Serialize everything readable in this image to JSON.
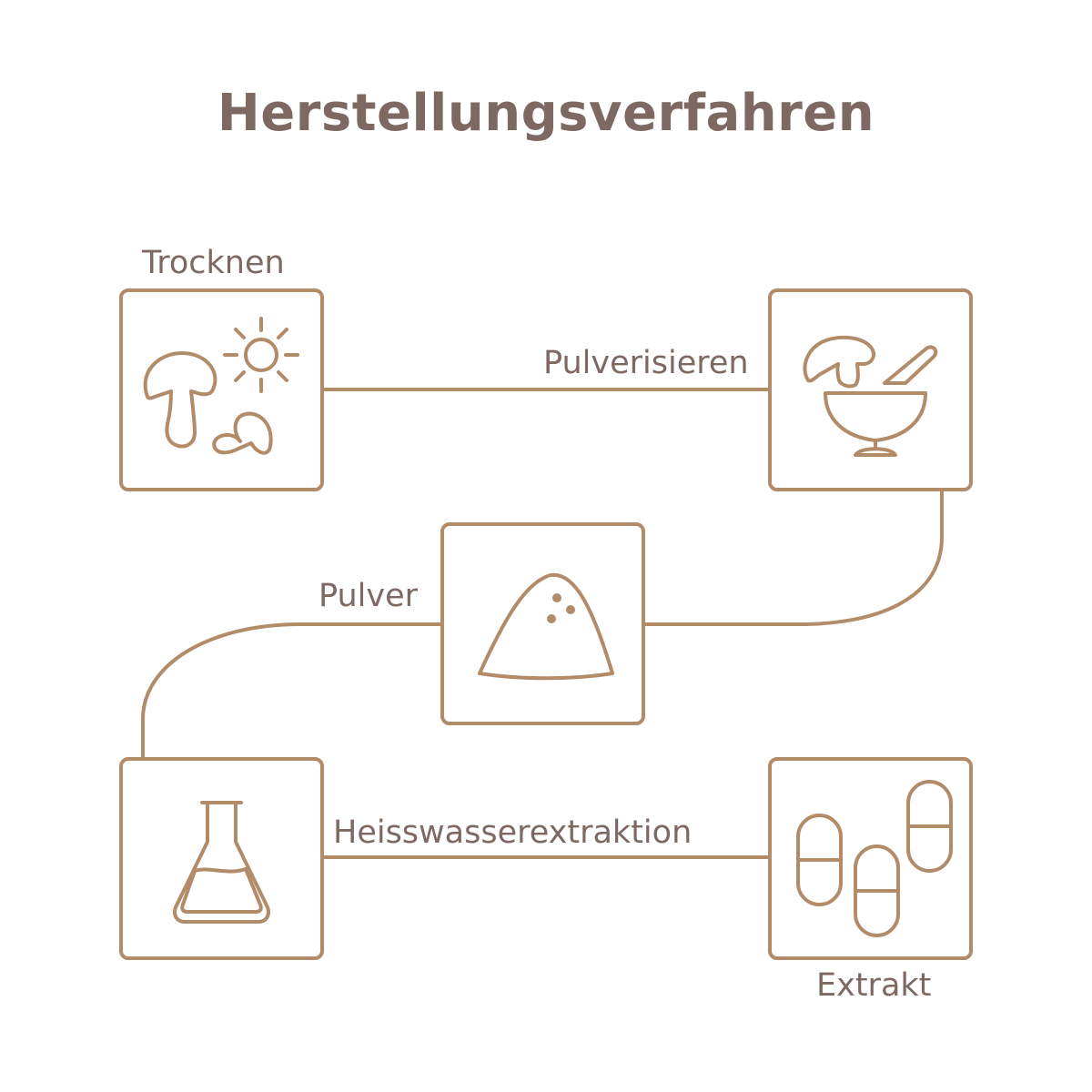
{
  "title": "Herstellungsverfahren",
  "colors": {
    "stroke": "#b28b69",
    "text": "#7e6962",
    "background": "#ffffff"
  },
  "steps": [
    {
      "label": "Trocknen",
      "icon": "mushrooms-sun-icon"
    },
    {
      "label": "Pulverisieren",
      "icon": "mortar-pestle-icon"
    },
    {
      "label": "Pulver",
      "icon": "powder-pile-icon"
    },
    {
      "label": "Heisswasserextraktion",
      "icon": "flask-icon"
    },
    {
      "label": "Extrakt",
      "icon": "capsules-icon"
    }
  ]
}
